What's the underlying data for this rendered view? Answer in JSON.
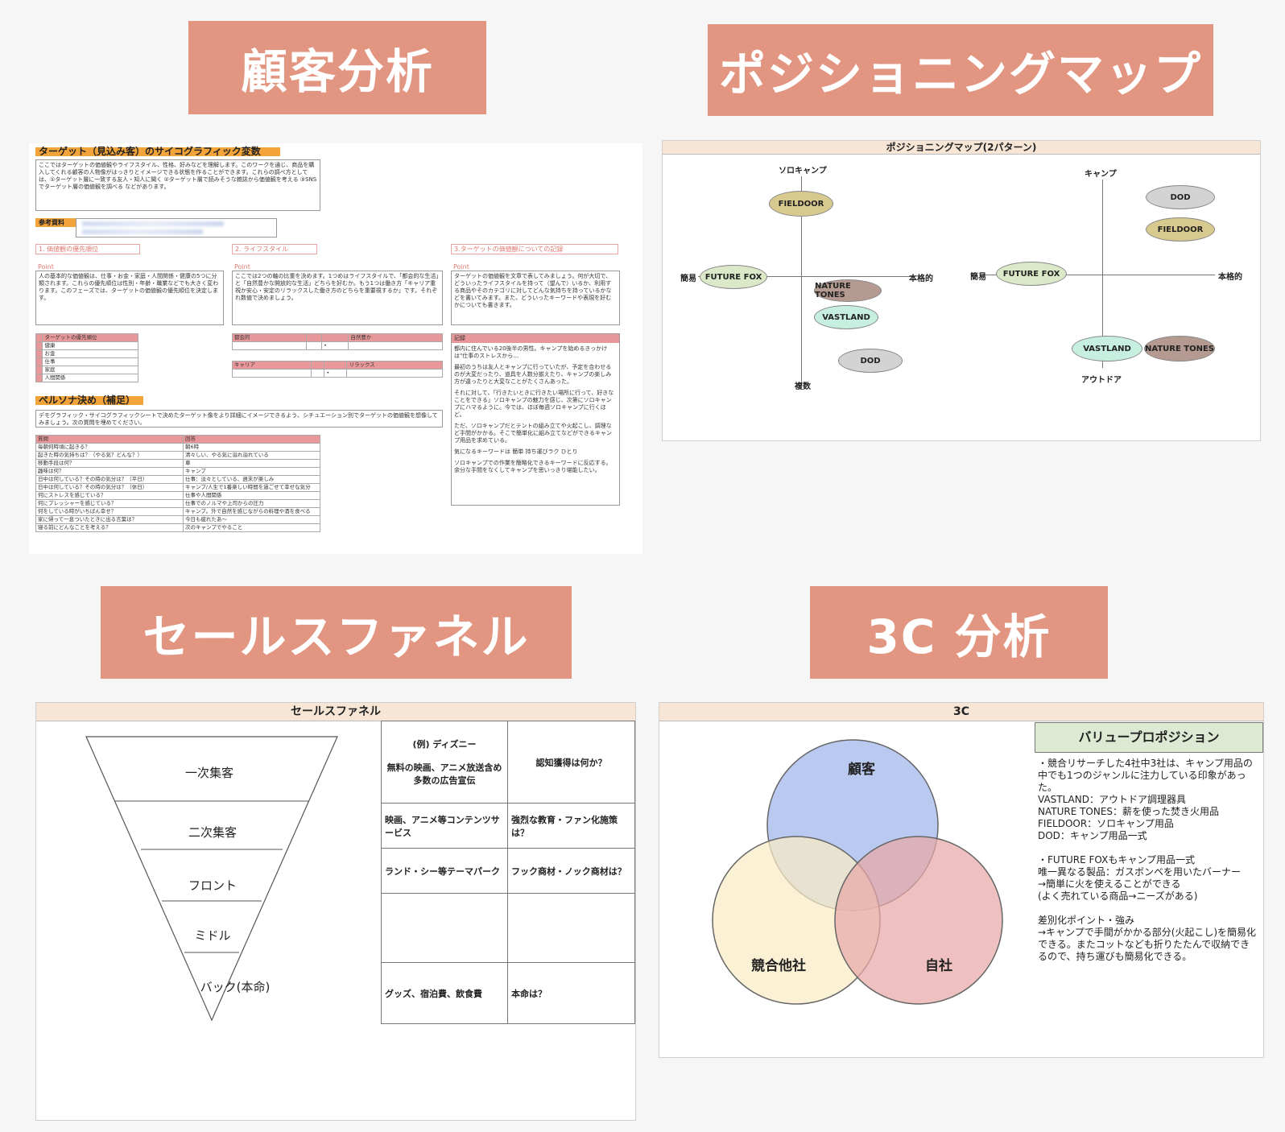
{
  "banners": {
    "customer": "顧客分析",
    "positioning": "ポジショニングマップ",
    "funnel": "セールスファネル",
    "three_c": "3C 分析"
  },
  "customer_sheet": {
    "heading": "ターゲット（見込み客）のサイコグラフィック変数",
    "intro": "ここではターゲットの価値観やライフスタイル、性格、好みなどを理解します。このワークを通じ、商品を購入してくれる顧客の人物像がはっきりとイメージできる状態を作ることができます。これらの調べ方としては、①ターゲット層に一致する友人・知人に聞く ②ターゲット層で読みそうな雑誌から価値観を考える ③SNSでターゲット層の価値観を調べる などがあります。",
    "ref_label": "参考資料",
    "sec1": "1. 価値観の優先順位",
    "sec2": "2. ライフスタイル",
    "sec3": "3.ターゲットの価値観についての記録",
    "point": "Point",
    "sec1_text": "人の基本的な価値観は、仕事・お金・家庭・人間関係・健康の5つに分類されます。これらの優先順位は性別・年齢・職業などでも大きく変わります。このフェーズでは、ターゲットの価値観の優先順位を決定します。",
    "sec2_text": "ここでは2つの軸の比重を決めます。1つめはライフスタイルで、「都会的な生活」と「自然豊かな開放的な生活」どちらを好むか。もう1つは働き方「キャリア重視か安心・安定のリラックスした働き方のどちらを重要視するか」です。それぞれ数値で決めましょう。",
    "sec3_text": "ターゲットの価値観を文章で表してみましょう。何が大切で、どういったライフスタイルを持って（望んで）いるか、利用する商品やそのカテゴリに対してどんな気持ちを持っているかなどを書いてみます。また、どういったキーワードや表現を好むかについても書きます。",
    "priority_head": "ターゲットの優先順位",
    "priority_items": [
      "健康",
      "お金",
      "仕事",
      "家庭",
      "人間関係"
    ],
    "scale1_left": "都会的",
    "scale1_right": "自然豊か",
    "scale2_left": "キャリア",
    "scale2_right": "リラックス",
    "record_head": "記録",
    "record_text": [
      "都内に住んでいる20後半の男性。キャンプを始めるきっかけは\"仕事のストレスから…",
      "最初のうちは友人とキャンプに行っていたが、予定を合わせるのが大変だったり、道具を人数分揃えたり、キャンプの楽しみ方が違ったりと大変なことがたくさんあった。",
      "それに対して、「行きたいときに行きたい場所に行って、好きなことをできる」ソロキャンプの魅力を感じ、次第にソロキャンプにハマるように。今では、ほぼ毎週ソロキャンプに行くほど。",
      "ただ、ソロキャンプだとテントの組み立てや火起こし、調理など手間がかかる。そこで簡単化に組み立てなどができるキャンプ用品を求めている。",
      "気になるキーワードは 簡単 持ち運びラク ひとり",
      "ソロキャンプでの作業を簡略化できるキーワードに反応する。余分な手間をなくしてキャンプを思いっきり堪能したい。"
    ],
    "persona_head": "ペルソナ決め（補足）",
    "persona_intro": "デモグラフィック・サイコグラフィックシートで決めたターゲット像をより詳細にイメージできるよう、シチュエーション別でターゲットの価値観を想像してみましょう。次の質問を埋めてください。",
    "persona_cols": [
      "質問",
      "回答"
    ],
    "persona_rows": [
      [
        "毎朝何時頃に起きる？",
        "朝6時"
      ],
      [
        "起きた時の気持ちは？（やる気？どんな？）",
        "清々しい、やる気に溢れ溢れている"
      ],
      [
        "移動手段は何？",
        "車"
      ],
      [
        "趣味は何？",
        "キャンプ"
      ],
      [
        "日中は何している？その時の気分は？（平日）",
        "仕事：淡々としている、週末が楽しみ"
      ],
      [
        "日中は何している？その時の気分は？（休日）",
        "キャンプ/人生で1番楽しい時間を過ごせて幸せな気分"
      ],
      [
        "何にストレスを感じている？",
        "仕事や人間関係"
      ],
      [
        "何にプレッシャーを感じている？",
        "仕事でのノルマや上司からの圧力"
      ],
      [
        "何をしている時がいちばん幸せ？",
        "キャンプ。外で自然を感じながらの料理や酒を食べる"
      ],
      [
        "家に帰って一息ついたときに出る言葉は？",
        "今日も疲れたあ〜"
      ],
      [
        "寝る前にどんなことを考える？",
        "次のキャンプでやること"
      ]
    ]
  },
  "positioning_sheet": {
    "title": "ポジショニングマップ(2パターン)",
    "map1": {
      "top": "ソロキャンプ",
      "bottom": "複数",
      "left": "簡易",
      "right": "本格的",
      "items": [
        "FIELDOOR",
        "FUTURE FOX",
        "NATURE TONES",
        "VASTLAND",
        "DOD"
      ]
    },
    "map2": {
      "top": "キャンプ",
      "bottom": "アウトドア",
      "left": "簡易",
      "right": "本格的",
      "items": [
        "DOD",
        "FIELDOOR",
        "FUTURE FOX",
        "VASTLAND",
        "NATURE TONES"
      ]
    }
  },
  "funnel_sheet": {
    "title": "セールスファネル",
    "stages": [
      "一次集客",
      "二次集客",
      "フロント",
      "ミドル",
      "バック(本命)"
    ],
    "examples": [
      "(例) ディズニー\n\n無料の映画、アニメ放送含め多数の広告宣伝",
      "映画、アニメ等コンテンツサービス",
      "ランド・シー等テーマパーク",
      "",
      "グッズ、宿泊費、飲食費"
    ],
    "questions": [
      "認知獲得は何か？",
      "強烈な教育・ファン化施策は？",
      "フック商材・ノック商材は？",
      "",
      "本命は？"
    ]
  },
  "three_c_sheet": {
    "title": "3C",
    "venn": {
      "customer": "顧客",
      "competitor": "競合他社",
      "company": "自社"
    },
    "vp_title": "バリュープロポジション",
    "vp_lines": [
      "・競合リサーチした4社中3社は、キャンプ用品の中でも1つのジャンルに注力している印象があった。",
      "VASTLAND：アウトドア調理器具",
      "NATURE TONES：薪を使った焚き火用品",
      "FIELDOOR：ソロキャンプ用品",
      "DOD：キャンプ用品一式",
      "",
      "・FUTURE FOXもキャンプ用品一式",
      "唯一異なる製品：ガスボンベを用いたバーナー",
      "→簡単に火を使えることができる",
      "(よく売れている商品→ニーズがある)",
      "",
      "差別化ポイント・強み",
      "→キャンプで手間がかかる部分(火起こし)を簡易化できる。またコットなども折りたたんで収納できるので、持ち運びも簡易化できる。"
    ]
  }
}
